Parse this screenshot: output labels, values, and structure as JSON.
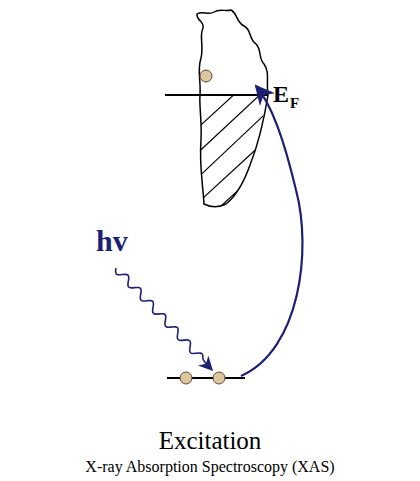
{
  "diagram": {
    "caption": "Excitation",
    "labels": [
      "hv",
      "E",
      "F",
      "X-ray Absorption Spectroscopy (XAS)"
    ]
  }
}
